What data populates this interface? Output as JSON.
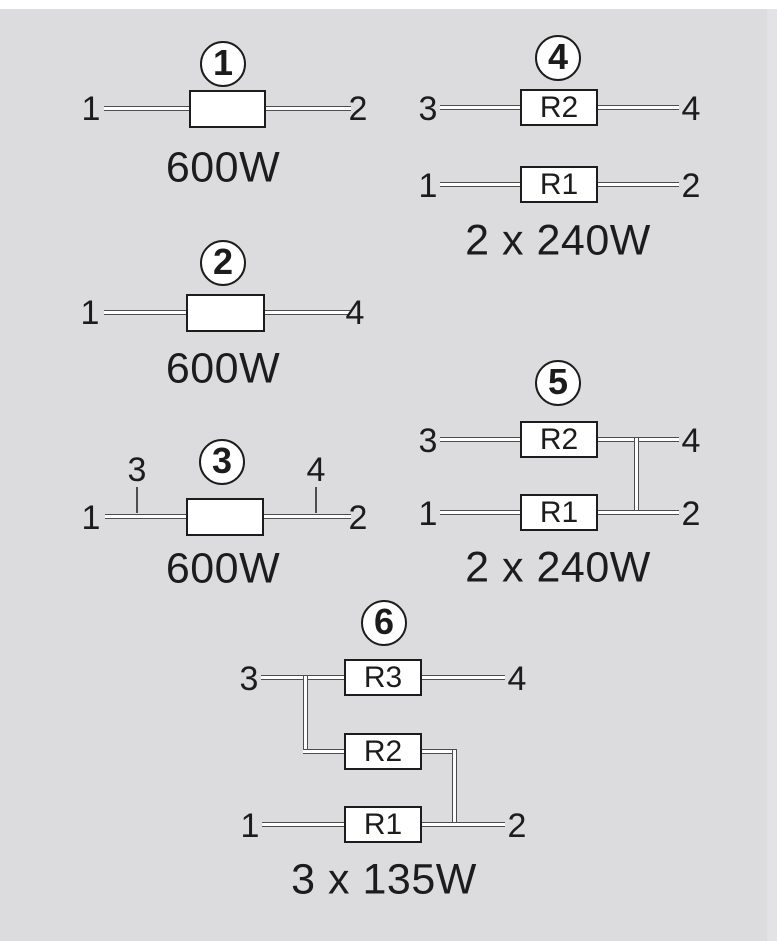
{
  "colors": {
    "background": "#dcdcde",
    "top_strip": "#ffffff",
    "wire_line": "#4d4d4d",
    "box_border": "#1c1c1c",
    "text": "#1c1c1c",
    "fill": "#ffffff"
  },
  "circuits": [
    {
      "number": "1",
      "watt": "600W",
      "left_terminal": "1",
      "right_terminal": "2"
    },
    {
      "number": "2",
      "watt": "600W",
      "left_terminal": "1",
      "right_terminal": "4"
    },
    {
      "number": "3",
      "watt": "600W",
      "left_terminal": "1",
      "right_terminal": "2",
      "tap_left": "3",
      "tap_right": "4"
    },
    {
      "number": "4",
      "watt": "2 x 240W",
      "rows": [
        {
          "left": "3",
          "resistor": "R2",
          "right": "4"
        },
        {
          "left": "1",
          "resistor": "R1",
          "right": "2"
        }
      ]
    },
    {
      "number": "5",
      "watt": "2 x 240W",
      "rows": [
        {
          "left": "3",
          "resistor": "R2",
          "right": "4"
        },
        {
          "left": "1",
          "resistor": "R1",
          "right": "2"
        }
      ]
    },
    {
      "number": "6",
      "watt": "3 x 135W",
      "rows": [
        {
          "left": "3",
          "resistor": "R3",
          "right": "4"
        },
        {
          "resistor": "R2"
        },
        {
          "left": "1",
          "resistor": "R1",
          "right": "2"
        }
      ]
    }
  ]
}
